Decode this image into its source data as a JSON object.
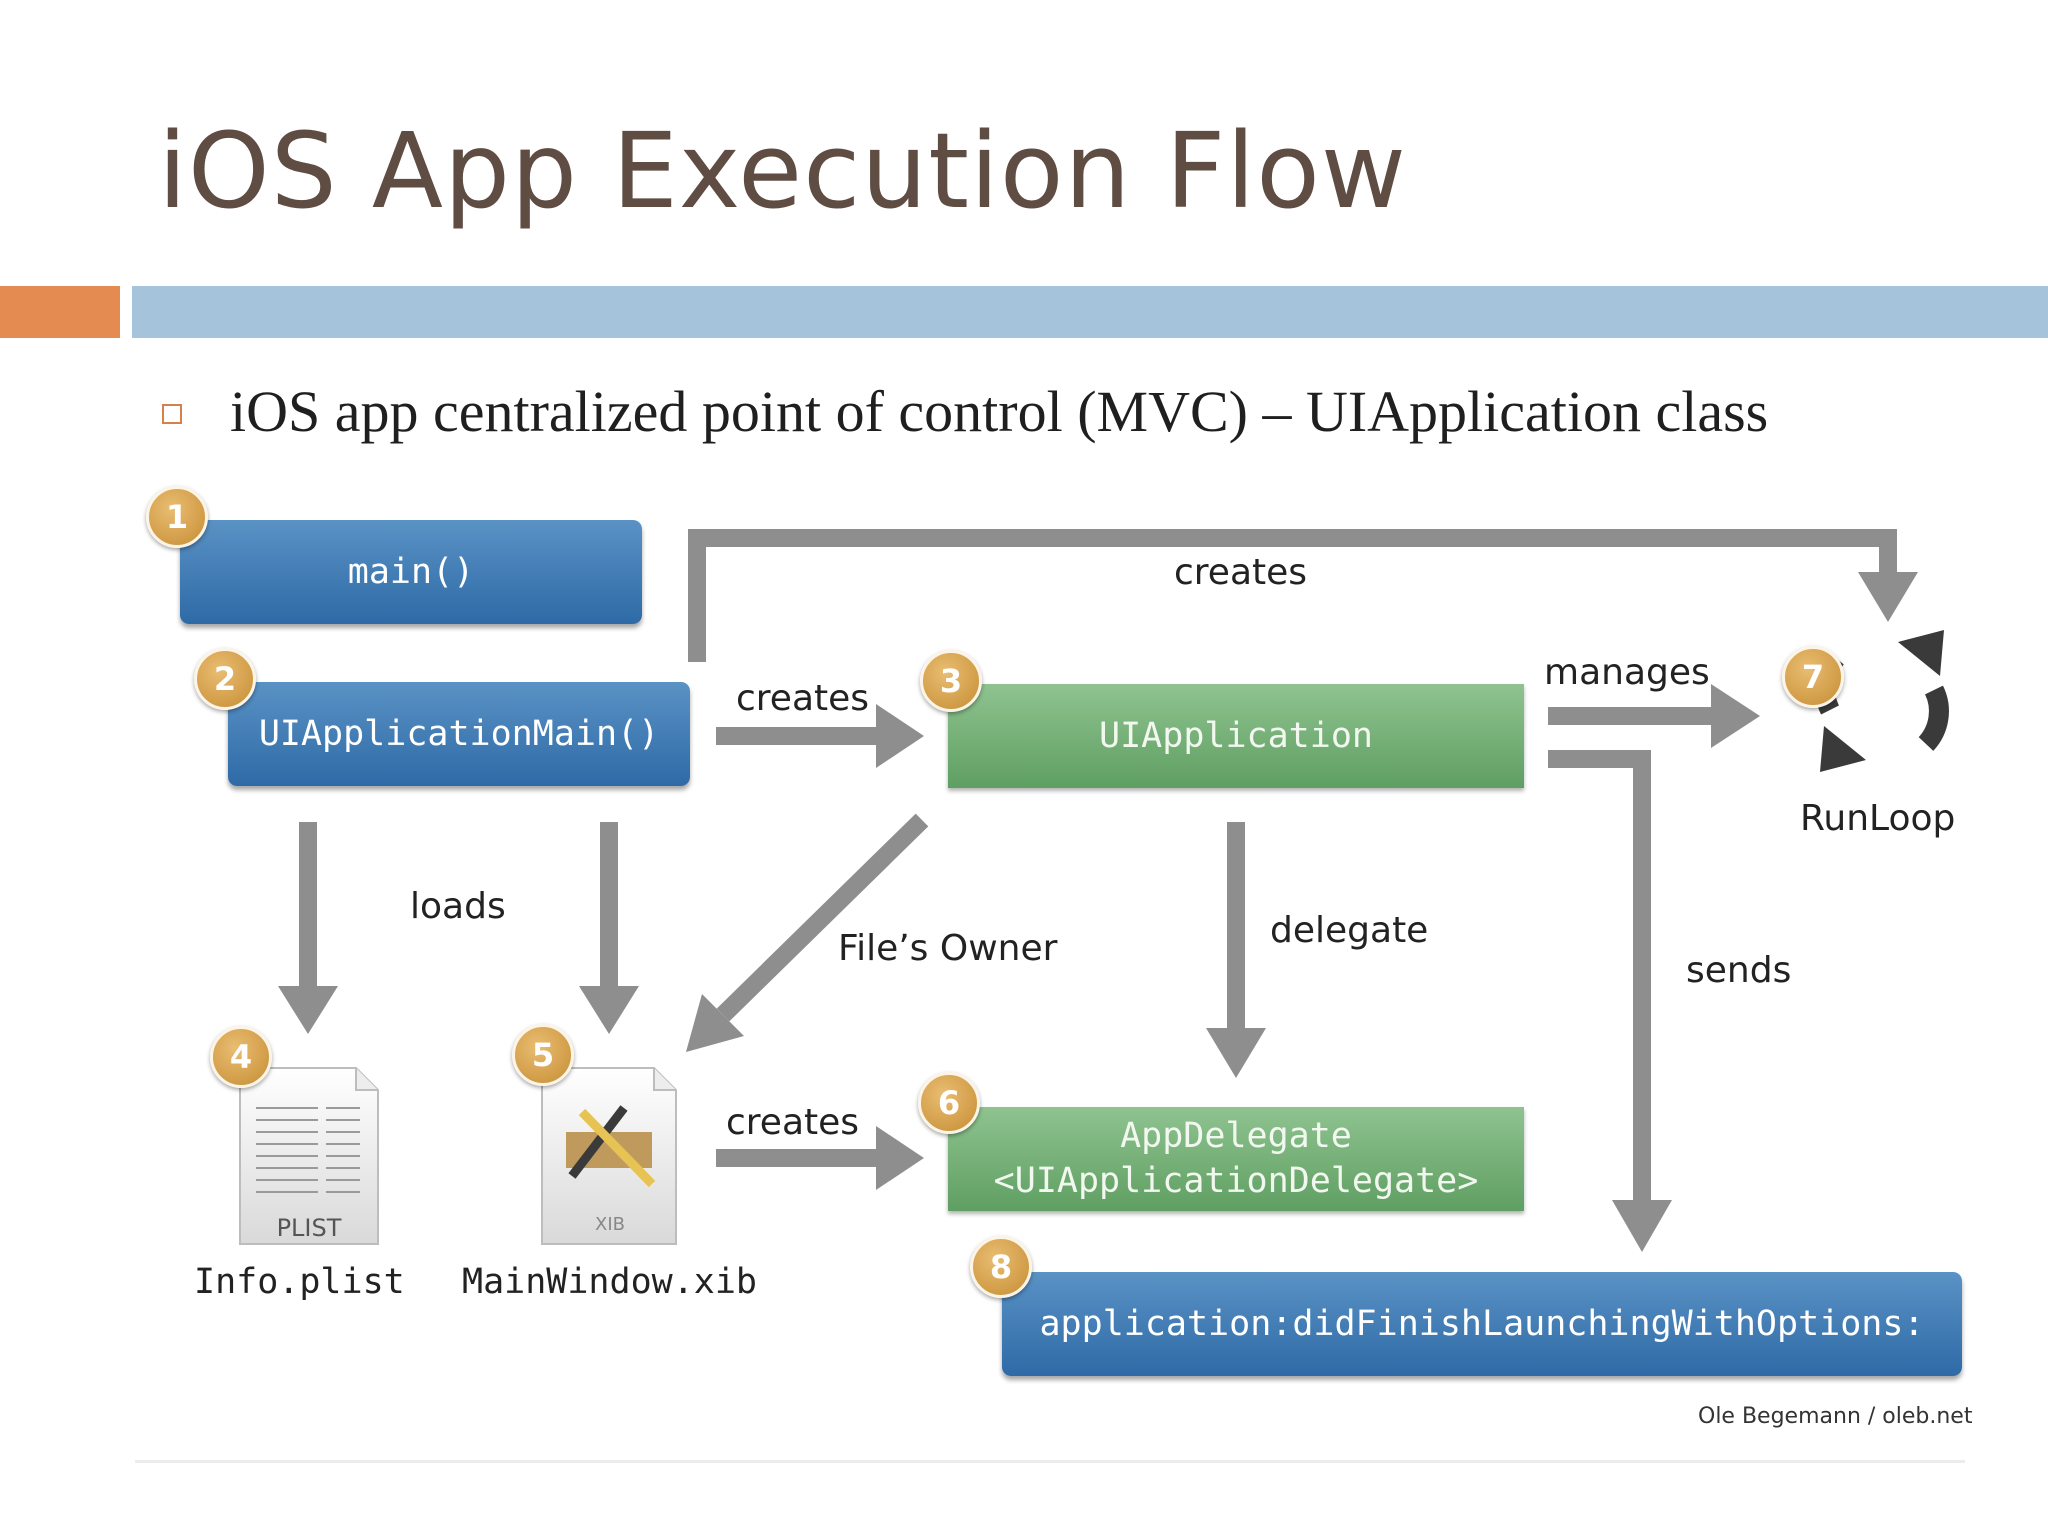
{
  "slide": {
    "title": "iOS App Execution Flow",
    "bullet": "iOS app centralized point of control (MVC) – UIApplication class"
  },
  "diagram": {
    "nodes": {
      "main": "main()",
      "ui_application_main": "UIApplicationMain()",
      "ui_application": "UIApplication",
      "app_delegate_line1": "AppDelegate",
      "app_delegate_line2": "<UIApplicationDelegate>",
      "did_finish_launching": "application:didFinishLaunchingWithOptions:",
      "runloop": "RunLoop",
      "info_plist": "Info.plist",
      "main_window_xib": "MainWindow.xib"
    },
    "file_icon_captions": {
      "plist": "PLIST",
      "xib": "XIB"
    },
    "badges": [
      "1",
      "2",
      "3",
      "4",
      "5",
      "6",
      "7",
      "8"
    ],
    "edge_labels": {
      "creates_runloop": "creates",
      "creates_uiapplication": "creates",
      "manages": "manages",
      "loads": "loads",
      "files_owner": "File’s Owner",
      "delegate": "delegate",
      "sends": "sends",
      "creates_delegate": "creates"
    },
    "credit": "Ole Begemann / oleb.net"
  },
  "colors": {
    "title": "#5f4d44",
    "accent_orange": "#e38b50",
    "accent_blue_bar": "#a6c3dc",
    "node_blue": "#2e6aa6",
    "node_green": "#5f9f62",
    "badge_gold": "#c68d33",
    "arrow_gray": "#8e8e8e"
  }
}
